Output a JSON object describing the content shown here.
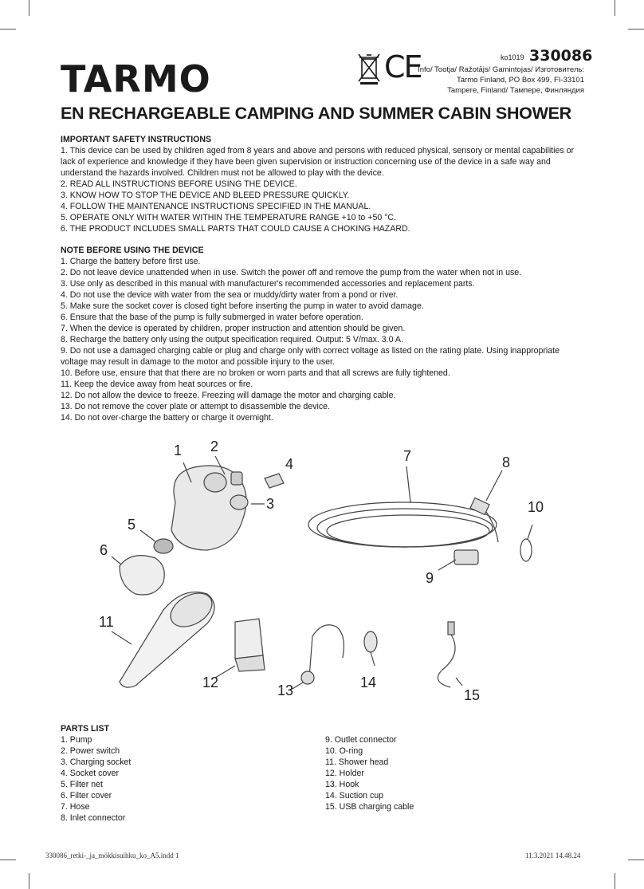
{
  "header": {
    "brand": "TARMO",
    "code_small": "ko1019",
    "product_code": "330086",
    "info_lines": [
      "Info/ Tootja/ Ražotājs/ Gamintojas/ Изготовитель:",
      "Tarmo Finland, PO Box 499, FI-33101",
      "Tampere, Finland/ Тампере, Финляндия"
    ],
    "mark_ce": "CE"
  },
  "title": "EN RECHARGEABLE CAMPING AND SUMMER CABIN SHOWER",
  "safety": {
    "heading": "IMPORTANT SAFETY INSTRUCTIONS",
    "items": [
      "1. This device can be used by children aged from 8 years and above and persons with reduced physical, sensory or mental capabilities or lack of experience and knowledge if they have been given supervision or instruction concerning use of the device in a safe way and understand the hazards involved. Children must not be allowed to play with the device.",
      "2. READ ALL INSTRUCTIONS BEFORE USING THE DEVICE.",
      "3. KNOW HOW TO STOP THE DEVICE AND BLEED PRESSURE QUICKLY.",
      "4. FOLLOW THE MAINTENANCE INSTRUCTIONS SPECIFIED IN THE MANUAL.",
      "5. OPERATE ONLY WITH WATER WITHIN THE TEMPERATURE RANGE +10 to +50 °C.",
      "6. THE PRODUCT INCLUDES SMALL PARTS THAT COULD CAUSE A CHOKING HAZARD."
    ]
  },
  "notes": {
    "heading": "NOTE BEFORE USING THE DEVICE",
    "items": [
      "1. Charge the battery before first use.",
      "2. Do not leave device unattended when in use. Switch the power off and remove the pump from the water when not in use.",
      "3. Use only as described in this manual with manufacturer's recommended accessories and replacement parts.",
      "4. Do not use the device with water from the sea or muddy/dirty water from a pond or river.",
      "5. Make sure the socket cover is closed tight before inserting the pump in water to avoid damage.",
      "6. Ensure that the base of the pump is fully submerged in water before operation.",
      "7. When the device is operated by children, proper instruction and attention should be given.",
      "8. Recharge the battery only using the output specification required. Output: 5 V/max. 3.0 A.",
      "9. Do not use a damaged charging cable or plug and charge only with correct voltage as listed on the rating plate. Using inappropriate voltage may result in damage to the motor and possible injury to the user.",
      "10. Before use, ensure that that there are no broken or worn parts and that all screws are fully tightened.",
      "11. Keep the device away from heat sources or fire.",
      "12. Do not allow the device to freeze. Freezing will damage the motor and charging cable.",
      "13. Do not remove the cover plate or attempt to disassemble the device.",
      "14. Do not over-charge the battery or charge it overnight."
    ]
  },
  "figure": {
    "labels": [
      "1",
      "2",
      "3",
      "4",
      "5",
      "6",
      "7",
      "8",
      "9",
      "10",
      "11",
      "12",
      "13",
      "14",
      "15"
    ]
  },
  "parts": {
    "heading": "PARTS LIST",
    "col1": [
      "1. Pump",
      "2. Power switch",
      "3. Charging socket",
      "4. Socket cover",
      "5. Filter net",
      "6. Filter cover",
      "7. Hose",
      "8. Inlet connector"
    ],
    "col2": [
      "9. Outlet connector",
      "10. O-ring",
      "11. Shower head",
      "12. Holder",
      "13. Hook",
      "14. Suction cup",
      "15. USB charging cable"
    ]
  },
  "footer": {
    "file": "330086_retki-_ja_mökkisuihku_ko_A5.indd   1",
    "date": "11.3.2021   14.48.24"
  }
}
